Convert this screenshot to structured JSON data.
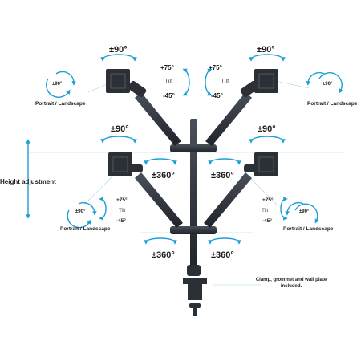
{
  "labels": {
    "rotation_90": "±90°",
    "rotation_90_small": "±90°",
    "tilt_up": "+75°",
    "tilt_word": "Tilt",
    "tilt_down": "-45°",
    "portrait_landscape": "Portrait / Landscape",
    "swivel_360": "±360°",
    "height_adjustment": "Height adjustment",
    "clamp_note": "Clamp, grommet and wall plate included."
  },
  "colors": {
    "arrow_accent": "#1e9fd6",
    "arm_dark": "#2b2f36",
    "text": "#1d1d1f"
  }
}
